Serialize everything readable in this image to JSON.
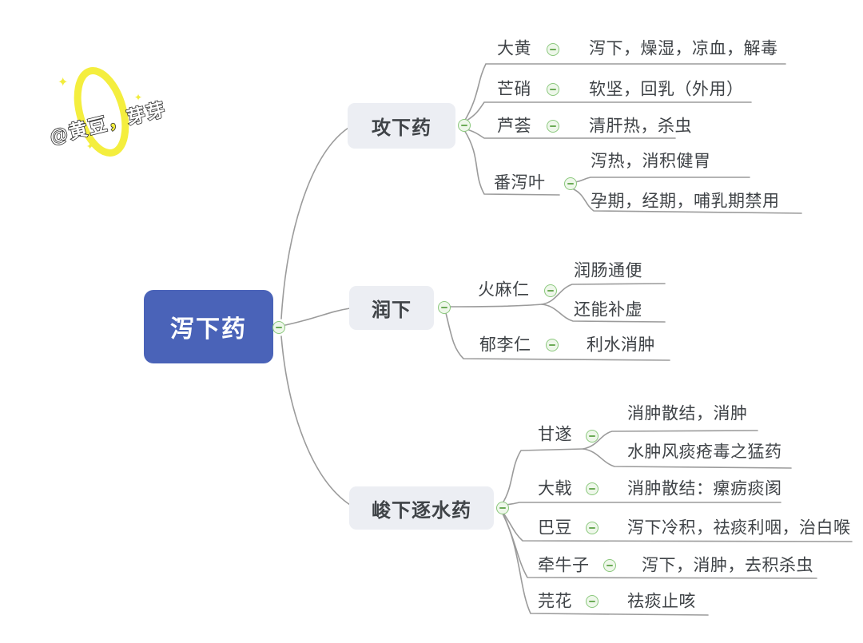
{
  "watermark": {
    "part1": "@黄豆",
    "comma": "，",
    "part2": "芽芽",
    "sparkle_glyph": "✦"
  },
  "palette": {
    "root_blue": "#4a63b8",
    "branch_gray": "#eceef3",
    "line_gray": "#9b9b9b",
    "text_dark": "#3f4347",
    "minus_green": "#6cab57",
    "watermark_yellow": "#f4ee3e"
  },
  "root": {
    "label": "泻下药"
  },
  "branches": [
    {
      "label": "攻下药",
      "children": [
        {
          "label": "大黄",
          "descs": [
            "泻下，燥湿，凉血，解毒"
          ]
        },
        {
          "label": "芒硝",
          "descs": [
            "软坚，回乳（外用）"
          ]
        },
        {
          "label": "芦荟",
          "descs": [
            "清肝热，杀虫"
          ]
        },
        {
          "label": "番泻叶",
          "descs": [
            "泻热，消积健胃",
            "孕期，经期，哺乳期禁用"
          ]
        }
      ]
    },
    {
      "label": "润下",
      "children": [
        {
          "label": "火麻仁",
          "descs": [
            "润肠通便",
            "还能补虚"
          ]
        },
        {
          "label": "郁李仁",
          "descs": [
            "利水消肿"
          ]
        }
      ]
    },
    {
      "label": "峻下逐水药",
      "children": [
        {
          "label": "甘遂",
          "descs": [
            "消肿散结，消肿",
            "水肿风痰疮毒之猛药"
          ]
        },
        {
          "label": "大戟",
          "descs": [
            "消肿散结：瘰疬痰阂"
          ]
        },
        {
          "label": "巴豆",
          "descs": [
            "泻下冷积，祛痰利咽，治白喉"
          ]
        },
        {
          "label": "牵牛子",
          "descs": [
            "泻下，消肿，去积杀虫"
          ]
        },
        {
          "label": "芫花",
          "descs": [
            "祛痰止咳"
          ]
        }
      ]
    }
  ]
}
